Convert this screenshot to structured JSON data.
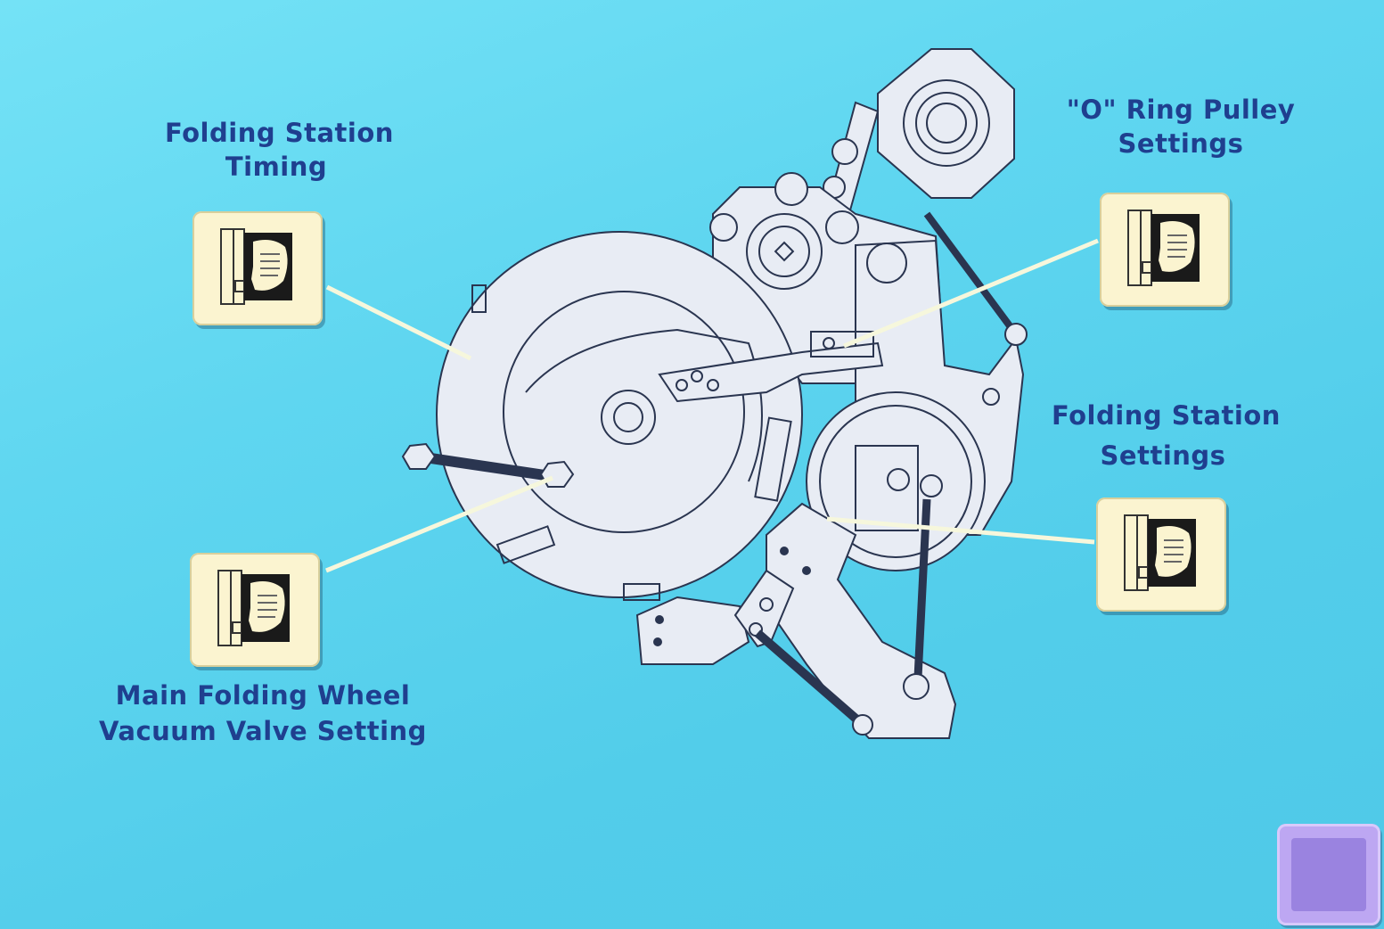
{
  "labels": {
    "timing": {
      "line1": "Folding Station",
      "line2": "Timing"
    },
    "pulley": {
      "line1": "\"O\" Ring Pulley",
      "line2": "Settings"
    },
    "station_settings": {
      "line1": "Folding Station",
      "line2": "Settings"
    },
    "vacuum": {
      "line1": "Main Folding Wheel",
      "line2": "Vacuum Valve Setting"
    }
  },
  "icons": {
    "note_button": "document-note-icon",
    "corner_button": "navigation-square-icon"
  },
  "colors": {
    "background": "#5fd6f0",
    "label_text": "#1f3f8f",
    "button_face": "#fbf4d0",
    "machine_fill": "#e8ecf4",
    "corner_button": "#bda7f2"
  }
}
